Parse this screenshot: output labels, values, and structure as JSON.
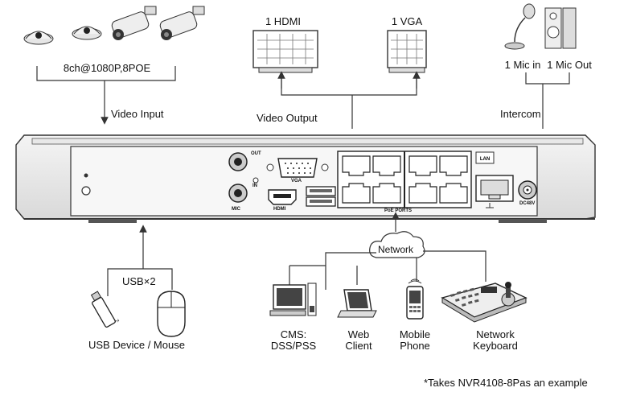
{
  "cameras": {
    "caption": "8ch@1080P,8POE"
  },
  "monitors": {
    "hdmi": "1 HDMI",
    "vga": "1 VGA"
  },
  "audio": {
    "mic_in": "1 Mic in",
    "mic_out": "1 Mic Out"
  },
  "flows": {
    "video_input": "Video Input",
    "video_output": "Video Output",
    "intercom": "Intercom",
    "usb": "USB×2",
    "network": "Network"
  },
  "panel_labels": {
    "out": "OUT",
    "in": "IN",
    "mic": "MIC",
    "vga": "VGA",
    "hdmi": "HDMI",
    "poe_ports": "PoE PORTS",
    "dc": "DC48V"
  },
  "usb_devices": {
    "label": "USB Device / Mouse"
  },
  "clients": [
    {
      "line1": "CMS:",
      "line2": "DSS/PSS",
      "icon": "desktop-computer-icon"
    },
    {
      "line1": "Web",
      "line2": "Client",
      "icon": "laptop-icon"
    },
    {
      "line1": "Mobile",
      "line2": "Phone",
      "icon": "mobile-phone-icon"
    },
    {
      "line1": "Network",
      "line2": "Keyboard",
      "icon": "network-keyboard-icon"
    }
  ],
  "footnote": "*Takes NVR4108-8Pas an example"
}
